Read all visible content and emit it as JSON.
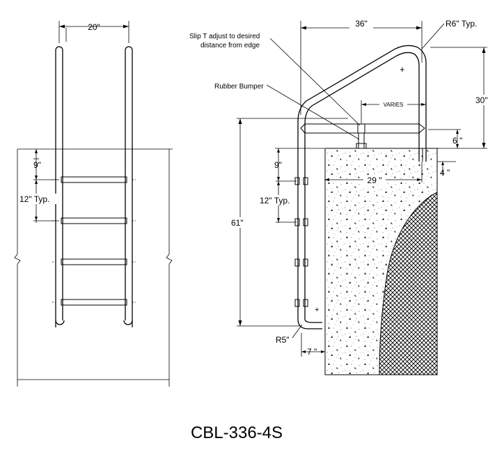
{
  "front_view": {
    "width_label": "20\"",
    "first_step_label": "9\"",
    "spacing_label": "12\" Typ."
  },
  "side_view": {
    "depth_label": "36\"",
    "radius_top_label": "R6\" Typ.",
    "slip_t_note_line1": "Slip T adjust to desired",
    "slip_t_note_line2": "distance from edge",
    "rubber_bumper_label": "Rubber Bumper",
    "varies_label": "VARIES",
    "height_above_label": "30\"",
    "six_label": "6 \"",
    "four_label": "4 \"",
    "twentynine_label": "29 \"",
    "first_step_label": "9\"",
    "spacing_label": "12\" Typ.",
    "total_height_label": "61\"",
    "radius_bottom_label": "R5\"",
    "seven_label": "7 \""
  },
  "model_number": "CBL-336-4S"
}
